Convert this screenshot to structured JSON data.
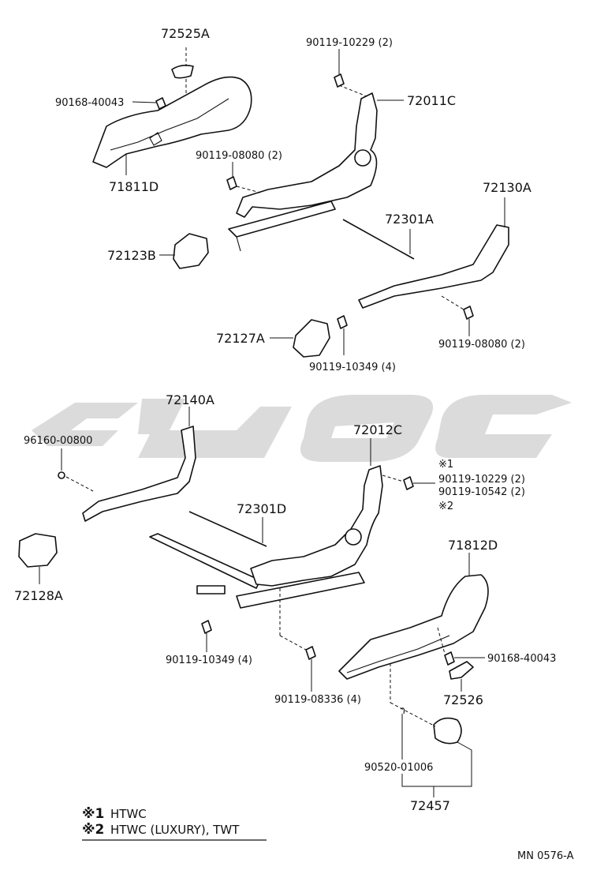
{
  "diagram": {
    "parts": {
      "p72525A": "72525A",
      "p90168_40043_top": "90168-40043",
      "p71811D": "71811D",
      "p90119_10229_top": "90119-10229 (2)",
      "p72011C": "72011C",
      "p90119_08080_top": "90119-08080 (2)",
      "p72130A": "72130A",
      "p72301A": "72301A",
      "p72123B": "72123B",
      "p72127A": "72127A",
      "p90119_08080_right": "90119-08080 (2)",
      "p90119_10349_top": "90119-10349 (4)",
      "p72140A": "72140A",
      "p96160_00800": "96160-00800",
      "p72012C": "72012C",
      "p90119_10229_mid": "90119-10229 (2)",
      "p90119_10542": "90119-10542 (2)",
      "p72301D": "72301D",
      "p72128A": "72128A",
      "p71812D": "71812D",
      "p90168_40043_bottom": "90168-40043",
      "p90119_10349_bottom": "90119-10349 (4)",
      "p90119_08336": "90119-08336 (4)",
      "p72526": "72526",
      "p90520_01006": "90520-01006",
      "p72457": "72457"
    },
    "marks": {
      "note1_mark": "※1",
      "note2_mark": "※2"
    },
    "legend": {
      "line1_mark": "※1",
      "line1_text": "HTWC",
      "line2_mark": "※2",
      "line2_text": "HTWC (LUXURY), TWT"
    },
    "figure_code": "MN 0576-A"
  },
  "colors": {
    "ink": "#111111",
    "watermark": "#cfcfcf",
    "background": "#ffffff"
  }
}
